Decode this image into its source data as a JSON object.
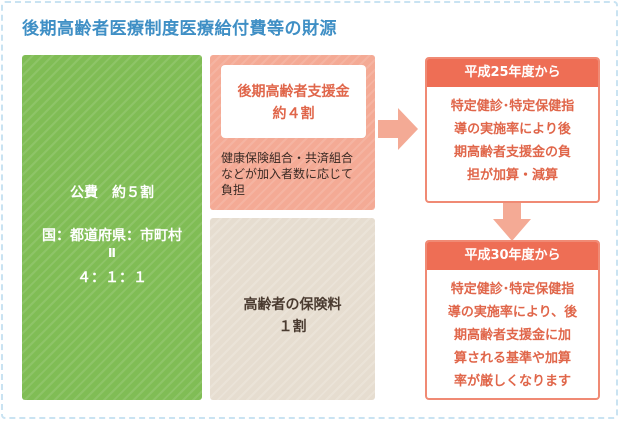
{
  "title": "後期高齢者医療制度医療給付費等の財源",
  "public": {
    "label": "公費　約５割",
    "split_label": "国：都道府県：市町村",
    "equals": "Ⅱ",
    "ratio": "４：１：１"
  },
  "support": {
    "line1": "後期高齢者支援金",
    "line2": "約４割",
    "note_lines": [
      "健康保険組合・共済組合",
      "などが加入者数に応じて",
      "負担"
    ]
  },
  "premium": {
    "line1": "高齢者の保険料",
    "line2": "１割"
  },
  "card1": {
    "header": "平成25年度から",
    "lines": [
      "特定健診･特定保健指",
      "導の実施率により後",
      "期高齢者支援金の負",
      "担が加算・減算"
    ]
  },
  "card2": {
    "header": "平成30年度から",
    "lines": [
      "特定健診･特定保健指",
      "導の実施率により、後",
      "期高齢者支援金に加",
      "算される基準や加算",
      "率が厳しくなります"
    ]
  },
  "colors": {
    "title": "#3f8fc5",
    "green": "#80bd55",
    "salmon": "#f4aa95",
    "beige": "#e6ddd0",
    "accent": "#ee6e55",
    "arrow": "#f4aa95"
  },
  "icons": {
    "arrow_right": "arrow-right-icon",
    "arrow_down": "arrow-down-icon"
  }
}
